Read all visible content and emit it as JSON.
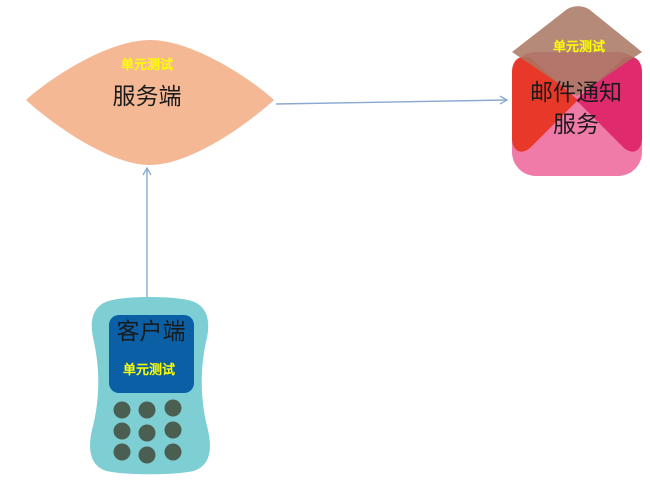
{
  "nodes": {
    "server": {
      "label": "服务端",
      "tag": "单元测试"
    },
    "mail": {
      "label_line1": "邮件通知",
      "label_line2": "服务",
      "tag": "单元测试"
    },
    "client": {
      "label": "客户端",
      "tag": "单元测试"
    }
  },
  "edges": [
    {
      "from": "client",
      "to": "server"
    },
    {
      "from": "server",
      "to": "mail"
    }
  ],
  "colors": {
    "server_fill": "#f5b895",
    "client_body": "#7ecfd4",
    "client_screen": "#0b5fa5",
    "client_keys": "#4a5f52",
    "mail_pink": "#f07aa8",
    "mail_red": "#e8382a",
    "mail_magenta": "#e02a6e",
    "mail_flap": "#a87560",
    "connector": "#8aa9cf",
    "tag_text": "#ffff00"
  }
}
